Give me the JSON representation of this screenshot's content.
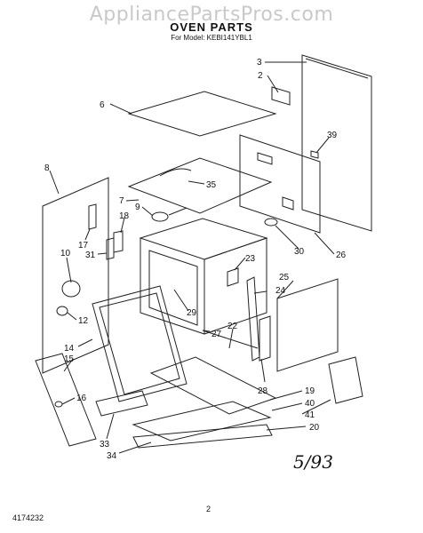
{
  "watermark": "AppliancePartsPros.com",
  "title": "OVEN PARTS",
  "subtitle": "For Model: KEBI141YBL1",
  "footer_code": "4174232",
  "page_number": "2",
  "date_note": "5/93",
  "callouts": [
    "2",
    "3",
    "6",
    "39",
    "8",
    "35",
    "7",
    "9",
    "18",
    "17",
    "30",
    "26",
    "10",
    "31",
    "23",
    "25",
    "24",
    "29",
    "12",
    "27",
    "22",
    "14",
    "15",
    "16",
    "28",
    "19",
    "40",
    "41",
    "20",
    "33",
    "34"
  ]
}
